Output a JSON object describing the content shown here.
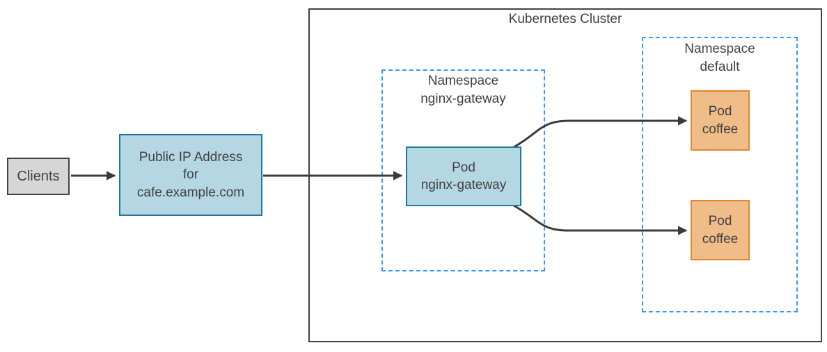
{
  "cluster": {
    "title": "Kubernetes Cluster"
  },
  "nodes": {
    "clients": {
      "label": "Clients",
      "fill": "#d6d6d6",
      "border": "#424242"
    },
    "public_ip": {
      "label": "Public IP Address\nfor\ncafe.example.com",
      "fill": "#b5d7e4",
      "border": "#1e79a0"
    },
    "ns_gateway": {
      "label": "Namespace\nnginx-gateway",
      "border": "#3399ff",
      "style": "dashed"
    },
    "pod_gateway": {
      "label": "Pod\nnginx-gateway",
      "fill": "#b5d7e4",
      "border": "#1e79a0"
    },
    "ns_default": {
      "label": "Namespace\ndefault",
      "border": "#3399ff",
      "style": "dashed"
    },
    "pod_coffee_1": {
      "label": "Pod\ncoffee",
      "fill": "#f0bd89",
      "border": "#e0872e"
    },
    "pod_coffee_2": {
      "label": "Pod\ncoffee",
      "fill": "#f0bd89",
      "border": "#e0872e"
    }
  },
  "edges": [
    {
      "from": "clients",
      "to": "public_ip",
      "type": "arrow"
    },
    {
      "from": "public_ip",
      "to": "pod_gateway",
      "type": "arrow"
    },
    {
      "from": "pod_gateway",
      "to": "pod_coffee_1",
      "type": "arrow"
    },
    {
      "from": "pod_gateway",
      "to": "pod_coffee_2",
      "type": "arrow"
    }
  ],
  "colors": {
    "arrow": "#3b3b3b",
    "text": "#404040",
    "namespace_dashed": "#3399ff",
    "blue_fill": "#b5d7e4",
    "blue_border": "#1e79a0",
    "orange_fill": "#f0bd89",
    "orange_border": "#e0872e",
    "gray_fill": "#d6d6d6",
    "cluster_border": "#424242"
  }
}
